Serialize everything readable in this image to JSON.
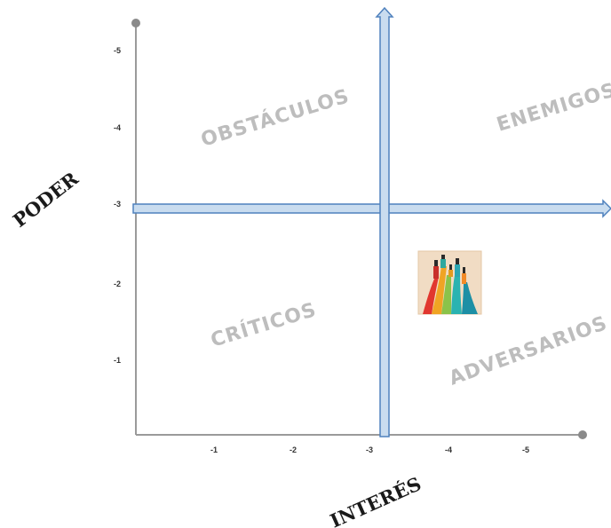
{
  "axes": {
    "y_title": "PODER",
    "x_title": "INTERÉS",
    "y_ticks": [
      "-1",
      "-2",
      "-3",
      "-4",
      "-5"
    ],
    "x_ticks": [
      "-1",
      "-2",
      "-3",
      "-4",
      "-5"
    ]
  },
  "quadrants": {
    "top_left": "OBSTÁCULOS",
    "top_right": "ENEMIGOS",
    "bottom_left": "CRÍTICOS",
    "bottom_right": "ADVERSARIOS"
  },
  "colors": {
    "axis_line": "#9a9a9a",
    "axis_dot": "#8a8a8a",
    "arrow_fill": "#c9dcef",
    "arrow_stroke": "#4f81bd",
    "quadrant_text": "#bdbdbd"
  },
  "icon": "paint-tubes-icon"
}
